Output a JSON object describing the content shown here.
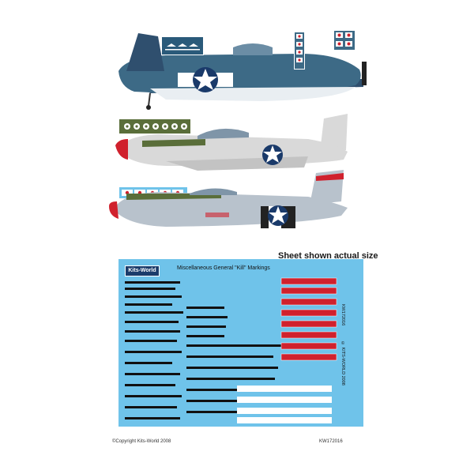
{
  "caption": "Sheet shown actual size",
  "copyright": "©Copyright Kits-World 2008",
  "product_code": "KW172016",
  "sheet": {
    "brand": "Kits-World",
    "title": "Miscellaneous General \"Kill\" Markings",
    "side_code": "KW172016",
    "side_copyright": "© KITS-WORLD 2008"
  },
  "colors": {
    "sheet_blue": "#6fc3ea",
    "hellcat_blue": "#2f4f6e",
    "mustang_silver": "#d9d9d9",
    "thunderbolt_grey": "#b8c2cc",
    "olive": "#5a6e3a",
    "red": "#d0212d"
  }
}
